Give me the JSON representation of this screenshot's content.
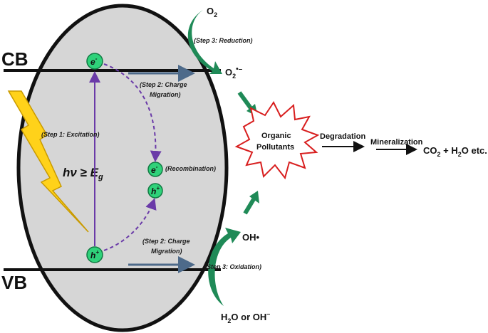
{
  "band_labels": {
    "cb": "CB",
    "vb": "VB"
  },
  "carriers": {
    "electron": "e",
    "hole": "h",
    "charge_minus": "-",
    "charge_plus": "+"
  },
  "photon": {
    "text_main": "hν ≥ E",
    "text_sub": "g"
  },
  "steps": {
    "excitation": "(Step 1: Excitation)",
    "migration_top_1": "(Step 2: Charge",
    "migration_top_2": "Migration)",
    "migration_bottom_1": "(Step 2: Charge",
    "migration_bottom_2": "Migration)",
    "recombination": "(Recombination)",
    "reduction": "(Step 3: Reduction)",
    "oxidation": "(Step 3: Oxidation)"
  },
  "species": {
    "o2": "O",
    "o2_sub": "2",
    "superoxide": "O",
    "superoxide_sub": "2",
    "superoxide_sup": "•–",
    "hydroxyl": "OH•",
    "water_1": "H",
    "water_sub": "2",
    "water_2": "O or OH",
    "water_sup": "–"
  },
  "pollutant": {
    "line1": "Organic",
    "line2": "Pollutants"
  },
  "process": {
    "degradation": "Degradation",
    "mineralization": "Mineralization",
    "products_1": "CO",
    "products_sub1": "2",
    "products_2": " + H",
    "products_sub2": "2",
    "products_3": "O etc."
  },
  "colors": {
    "particle_fill": "#d6d6d6",
    "carrier_fill": "#2fd27a",
    "lightning": "#ffd21a",
    "arrow_blue": "#4d6a8a",
    "curved_green": "#1f8a57",
    "burst_stroke": "#d81e1e",
    "excitation_purple": "#6a3aa8"
  }
}
